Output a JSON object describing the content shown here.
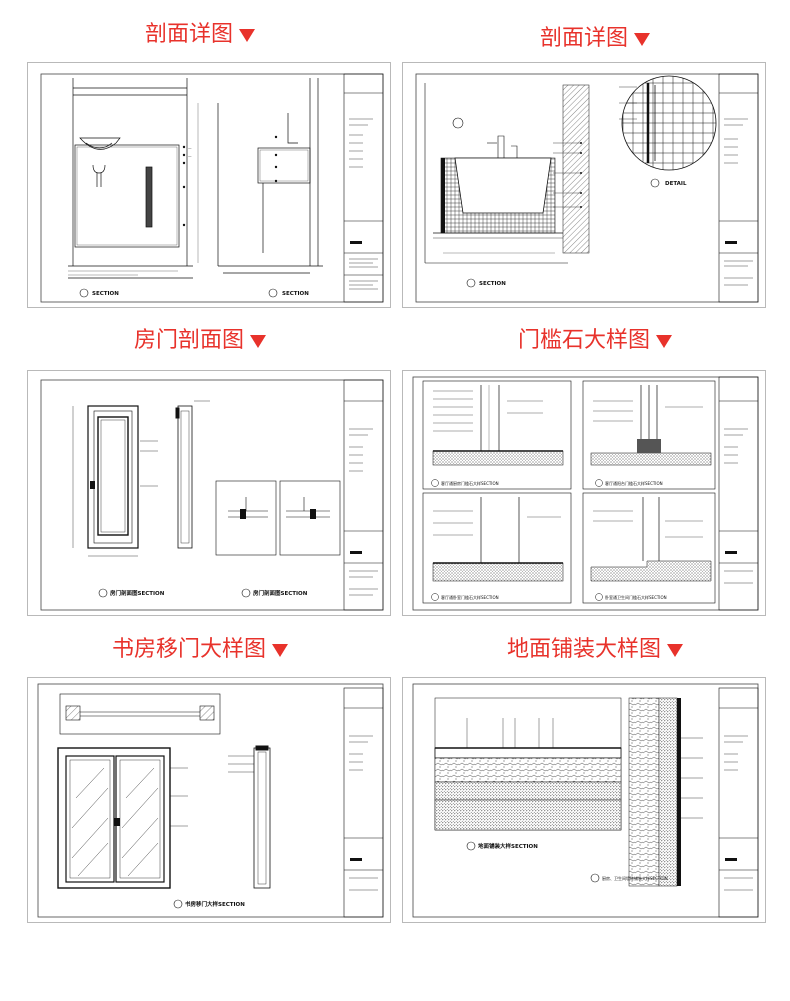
{
  "panels": [
    {
      "title": "剖面详图",
      "captions": [
        "SECTION",
        "SECTION"
      ]
    },
    {
      "title": "剖面详图",
      "captions": [
        "SECTION",
        "DETAIL"
      ]
    },
    {
      "title": "房门剖面图",
      "captions": [
        "房门剖面图SECTION",
        "房门剖面图SECTION"
      ]
    },
    {
      "title": "门槛石大样图",
      "captions": [
        "客厅通厨房门槛石大样SECTION",
        "客厅通阳台门槛石大样SECTION",
        "客厅通卧室门槛石大样SECTION",
        "卧室通卫生间门槛石大样SECTION"
      ]
    },
    {
      "title": "书房移门大样图",
      "captions": [
        "书房移门大样SECTION"
      ]
    },
    {
      "title": "地面铺装大样图",
      "captions": [
        "地面铺装大样SECTION",
        "厨房、卫生间墙砖铺装大样SECTION"
      ]
    }
  ],
  "colors": {
    "title": "#e8322b",
    "line": "#111111",
    "frame": "#b9b9b9"
  }
}
